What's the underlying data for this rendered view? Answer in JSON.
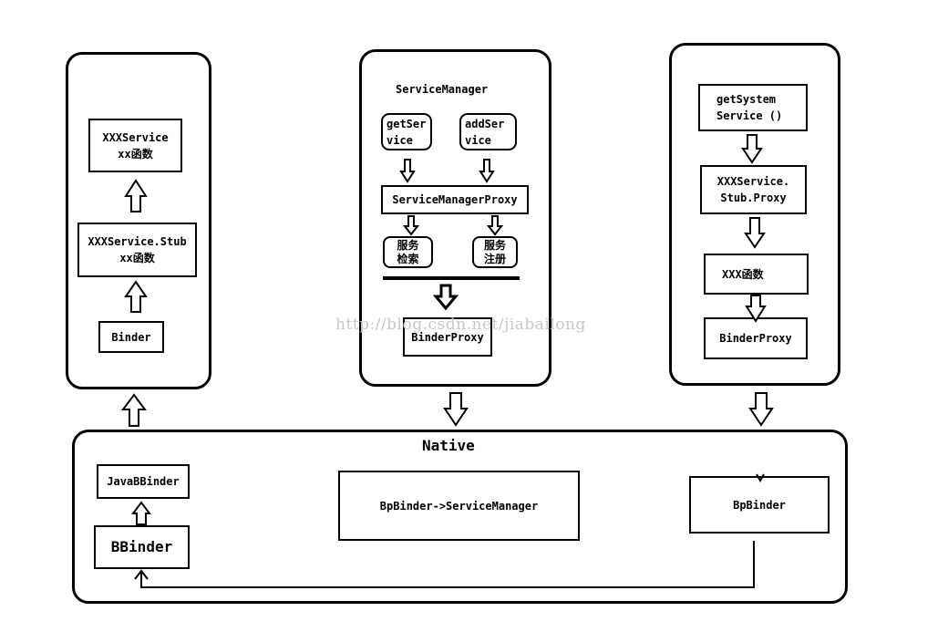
{
  "left_panel": {
    "service_box": {
      "line1": "XXXService",
      "line2": "xx函数"
    },
    "stub_box": {
      "line1": "XXXService.Stub",
      "line2": "xx函数"
    },
    "binder_box": "Binder"
  },
  "middle_panel": {
    "title": "ServiceManager",
    "get_service": {
      "line1": "getSer",
      "line2": "vice"
    },
    "add_service": {
      "line1": "addSer",
      "line2": "vice"
    },
    "proxy_box": "ServiceManagerProxy",
    "lookup_box": {
      "line1": "服务",
      "line2": "检索"
    },
    "register_box": {
      "line1": "服务",
      "line2": "注册"
    },
    "binder_proxy": "BinderProxy"
  },
  "right_panel": {
    "get_system_service": {
      "line1": "getSystem",
      "line2": "Service ()"
    },
    "stub_proxy": {
      "line1": "XXXService.",
      "line2": "Stub.Proxy"
    },
    "function_box": "XXX函数",
    "binder_proxy": "BinderProxy"
  },
  "native_panel": {
    "title": "Native",
    "java_bbinder": "JavaBBinder",
    "bbinder": "BBinder",
    "bpbinder_sm": "BpBinder->ServiceManager",
    "bpbinder": "BpBinder"
  },
  "watermark": "http://blog.csdn.net/jiabailong"
}
